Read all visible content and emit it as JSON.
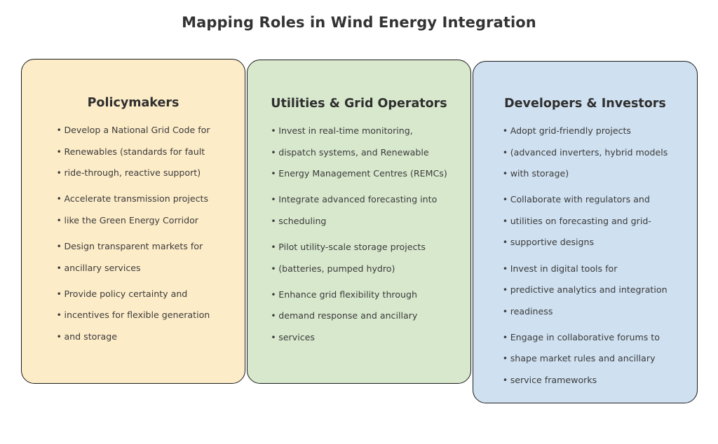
{
  "title": "Mapping Roles in Wind Energy Integration",
  "colors": {
    "background": "#ffffff",
    "title_text": "#333333",
    "body_text": "#3b3b3b",
    "border": "#1c1c1c",
    "panel_policymakers": "#fdecc8",
    "panel_utilities": "#d8e8cd",
    "panel_developers": "#cfe0f0"
  },
  "panels": [
    {
      "id": "policymakers",
      "heading": "Policymakers",
      "fill": "#fdecc8",
      "groups": [
        {
          "lines": [
            "Develop a National Grid Code for",
            "Renewables (standards for fault",
            "ride-through, reactive support)"
          ]
        },
        {
          "lines": [
            "Accelerate transmission projects",
            "like the Green Energy Corridor"
          ]
        },
        {
          "lines": [
            "Design transparent markets for",
            "ancillary services"
          ]
        },
        {
          "lines": [
            "Provide policy certainty and",
            "incentives for flexible generation",
            "and storage"
          ]
        }
      ]
    },
    {
      "id": "utilities",
      "heading": "Utilities & Grid Operators",
      "fill": "#d8e8cd",
      "groups": [
        {
          "lines": [
            "Invest in real-time monitoring,",
            "dispatch systems, and Renewable",
            "Energy Management Centres (REMCs)"
          ]
        },
        {
          "lines": [
            "Integrate advanced forecasting into",
            "scheduling"
          ]
        },
        {
          "lines": [
            "Pilot utility-scale storage projects",
            "(batteries, pumped hydro)"
          ]
        },
        {
          "lines": [
            "Enhance grid flexibility through",
            "demand response and ancillary",
            "services"
          ]
        }
      ]
    },
    {
      "id": "developers",
      "heading": "Developers & Investors",
      "fill": "#cfe0f0",
      "groups": [
        {
          "lines": [
            "Adopt grid-friendly projects",
            "(advanced inverters, hybrid models",
            "with storage)"
          ]
        },
        {
          "lines": [
            "Collaborate with regulators and",
            "utilities on forecasting and grid-",
            "supportive designs"
          ]
        },
        {
          "lines": [
            "Invest in digital tools for",
            "predictive analytics and integration",
            "readiness"
          ]
        },
        {
          "lines": [
            "Engage in collaborative forums to",
            "shape market rules and ancillary",
            "service frameworks"
          ]
        }
      ]
    }
  ],
  "bullet_marker": "•"
}
